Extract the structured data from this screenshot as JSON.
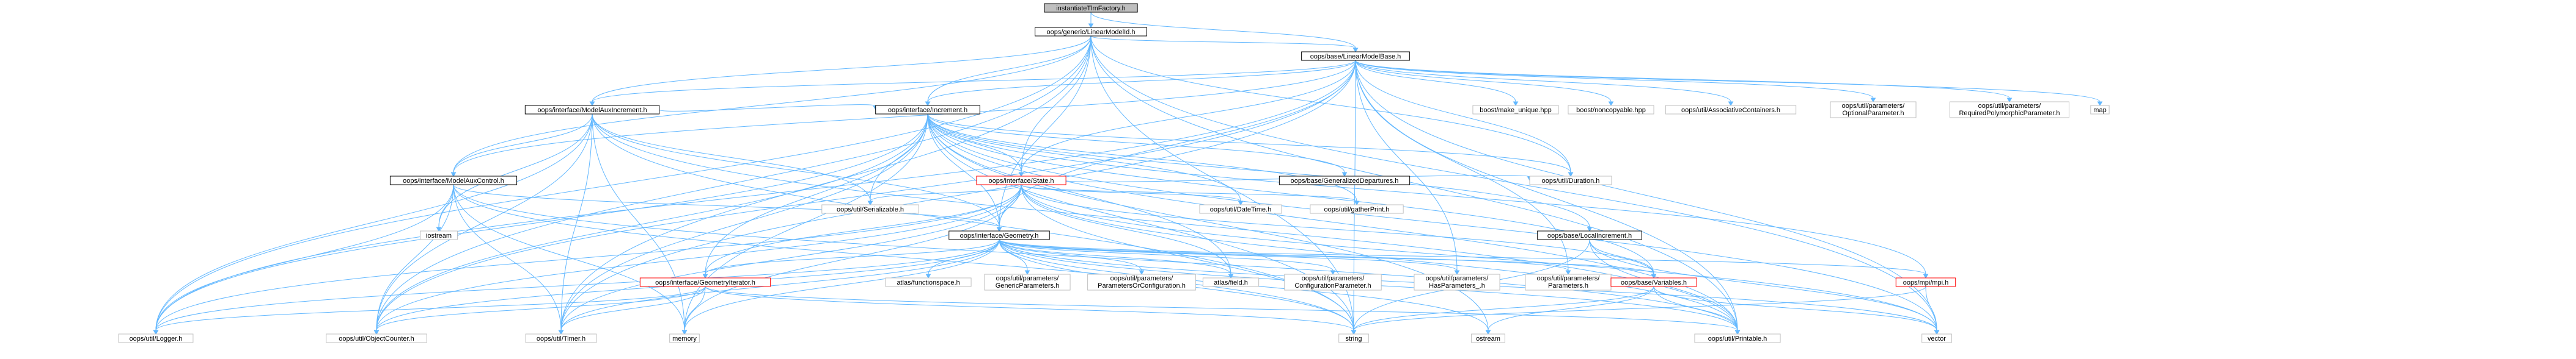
{
  "diagram": {
    "nodes": [
      {
        "id": "root",
        "label": "instantiateTlmFactory.h",
        "style": "root"
      },
      {
        "id": "linearModelId",
        "label": "oops/generic/LinearModelId.h",
        "style": "hub"
      },
      {
        "id": "linearModelBase",
        "label": "oops/base/LinearModelBase.h",
        "style": "hub"
      },
      {
        "id": "modelAuxIncrement",
        "label": "oops/interface/ModelAuxIncrement.h",
        "style": "hub"
      },
      {
        "id": "increment",
        "label": "oops/interface/Increment.h",
        "style": "hub"
      },
      {
        "id": "makeUnique",
        "label": "boost/make_unique.hpp",
        "style": "plain"
      },
      {
        "id": "noncopyable",
        "label": "boost/noncopyable.hpp",
        "style": "plain"
      },
      {
        "id": "assocContainers",
        "label": "oops/util/AssociativeContainers.h",
        "style": "plain"
      },
      {
        "id": "optionalParam",
        "label": "oops/util/parameters/OptionalParameter.h",
        "style": "plain"
      },
      {
        "id": "requiredPolyParam",
        "label": "oops/util/parameters/RequiredPolymorphicParameter.h",
        "style": "plain"
      },
      {
        "id": "map",
        "label": "map",
        "style": "plain"
      },
      {
        "id": "modelAuxControl",
        "label": "oops/interface/ModelAuxControl.h",
        "style": "hub"
      },
      {
        "id": "state",
        "label": "oops/interface/State.h",
        "style": "red"
      },
      {
        "id": "generalizedDepartures",
        "label": "oops/base/GeneralizedDepartures.h",
        "style": "hub"
      },
      {
        "id": "duration",
        "label": "oops/util/Duration.h",
        "style": "plain"
      },
      {
        "id": "serializable",
        "label": "oops/util/Serializable.h",
        "style": "plain"
      },
      {
        "id": "dateTime",
        "label": "oops/util/DateTime.h",
        "style": "plain"
      },
      {
        "id": "gatherPrint",
        "label": "oops/util/gatherPrint.h",
        "style": "plain"
      },
      {
        "id": "iostream",
        "label": "iostream",
        "style": "plain"
      },
      {
        "id": "geometry",
        "label": "oops/interface/Geometry.h",
        "style": "hub"
      },
      {
        "id": "localIncrement",
        "label": "oops/base/LocalIncrement.h",
        "style": "hub"
      },
      {
        "id": "geometryIterator",
        "label": "oops/interface/GeometryIterator.h",
        "style": "red"
      },
      {
        "id": "functionspace",
        "label": "atlas/functionspace.h",
        "style": "plain"
      },
      {
        "id": "genericParams",
        "label": "oops/util/parameters/GenericParameters.h",
        "style": "plain"
      },
      {
        "id": "paramsOrConfig",
        "label": "oops/util/parameters/ParametersOrConfiguration.h",
        "style": "plain"
      },
      {
        "id": "atlasField",
        "label": "atlas/field.h",
        "style": "plain"
      },
      {
        "id": "configParam",
        "label": "oops/util/parameters/ConfigurationParameter.h",
        "style": "plain"
      },
      {
        "id": "hasParameters",
        "label": "oops/util/parameters/HasParameters_.h",
        "style": "plain"
      },
      {
        "id": "parameters",
        "label": "oops/util/parameters/Parameters.h",
        "style": "plain"
      },
      {
        "id": "variables",
        "label": "oops/base/Variables.h",
        "style": "red"
      },
      {
        "id": "mpi",
        "label": "oops/mpi/mpi.h",
        "style": "red"
      },
      {
        "id": "logger",
        "label": "oops/util/Logger.h",
        "style": "plain"
      },
      {
        "id": "objectCounter",
        "label": "oops/util/ObjectCounter.h",
        "style": "plain"
      },
      {
        "id": "timer",
        "label": "oops/util/Timer.h",
        "style": "plain"
      },
      {
        "id": "memory",
        "label": "memory",
        "style": "plain"
      },
      {
        "id": "string",
        "label": "string",
        "style": "plain"
      },
      {
        "id": "ostream",
        "label": "ostream",
        "style": "plain"
      },
      {
        "id": "printable",
        "label": "oops/util/Printable.h",
        "style": "plain"
      },
      {
        "id": "vector",
        "label": "vector",
        "style": "plain"
      }
    ],
    "edges": [
      [
        "root",
        "linearModelId"
      ],
      [
        "root",
        "linearModelBase"
      ],
      [
        "linearModelId",
        "linearModelBase"
      ],
      [
        "linearModelId",
        "modelAuxIncrement"
      ],
      [
        "linearModelId",
        "increment"
      ],
      [
        "linearModelId",
        "modelAuxControl"
      ],
      [
        "linearModelId",
        "state"
      ],
      [
        "linearModelId",
        "geometry"
      ],
      [
        "linearModelId",
        "duration"
      ],
      [
        "linearModelId",
        "logger"
      ],
      [
        "linearModelId",
        "objectCounter"
      ],
      [
        "linearModelId",
        "timer"
      ],
      [
        "linearModelId",
        "string"
      ],
      [
        "linearModelId",
        "printable"
      ],
      [
        "linearModelId",
        "vector"
      ],
      [
        "linearModelBase",
        "makeUnique"
      ],
      [
        "linearModelBase",
        "noncopyable"
      ],
      [
        "linearModelBase",
        "assocContainers"
      ],
      [
        "linearModelBase",
        "optionalParam"
      ],
      [
        "linearModelBase",
        "requiredPolyParam"
      ],
      [
        "linearModelBase",
        "map"
      ],
      [
        "linearModelBase",
        "modelAuxIncrement"
      ],
      [
        "linearModelBase",
        "increment"
      ],
      [
        "linearModelBase",
        "modelAuxControl"
      ],
      [
        "linearModelBase",
        "state"
      ],
      [
        "linearModelBase",
        "geometry"
      ],
      [
        "linearModelBase",
        "duration"
      ],
      [
        "linearModelBase",
        "logger"
      ],
      [
        "linearModelBase",
        "objectCounter"
      ],
      [
        "linearModelBase",
        "timer"
      ],
      [
        "linearModelBase",
        "printable"
      ],
      [
        "linearModelBase",
        "vector"
      ],
      [
        "linearModelBase",
        "parameters"
      ],
      [
        "linearModelBase",
        "hasParameters"
      ],
      [
        "linearModelBase",
        "string"
      ],
      [
        "modelAuxIncrement",
        "modelAuxControl"
      ],
      [
        "modelAuxIncrement",
        "geometry"
      ],
      [
        "modelAuxIncrement",
        "increment"
      ],
      [
        "modelAuxIncrement",
        "iostream"
      ],
      [
        "modelAuxIncrement",
        "serializable"
      ],
      [
        "modelAuxIncrement",
        "logger"
      ],
      [
        "modelAuxIncrement",
        "objectCounter"
      ],
      [
        "modelAuxIncrement",
        "timer"
      ],
      [
        "modelAuxIncrement",
        "memory"
      ],
      [
        "modelAuxIncrement",
        "string"
      ],
      [
        "modelAuxIncrement",
        "printable"
      ],
      [
        "increment",
        "state"
      ],
      [
        "increment",
        "generalizedDepartures"
      ],
      [
        "increment",
        "duration"
      ],
      [
        "increment",
        "serializable"
      ],
      [
        "increment",
        "dateTime"
      ],
      [
        "increment",
        "gatherPrint"
      ],
      [
        "increment",
        "geometry"
      ],
      [
        "increment",
        "localIncrement"
      ],
      [
        "increment",
        "geometryIterator"
      ],
      [
        "increment",
        "variables"
      ],
      [
        "increment",
        "atlasField"
      ],
      [
        "increment",
        "mpi"
      ],
      [
        "increment",
        "logger"
      ],
      [
        "increment",
        "objectCounter"
      ],
      [
        "increment",
        "timer"
      ],
      [
        "increment",
        "memory"
      ],
      [
        "increment",
        "string"
      ],
      [
        "increment",
        "ostream"
      ],
      [
        "increment",
        "printable"
      ],
      [
        "increment",
        "vector"
      ],
      [
        "modelAuxControl",
        "geometry"
      ],
      [
        "modelAuxControl",
        "iostream"
      ],
      [
        "modelAuxControl",
        "logger"
      ],
      [
        "modelAuxControl",
        "objectCounter"
      ],
      [
        "modelAuxControl",
        "timer"
      ],
      [
        "modelAuxControl",
        "memory"
      ],
      [
        "modelAuxControl",
        "string"
      ],
      [
        "modelAuxControl",
        "printable"
      ],
      [
        "state",
        "geometry"
      ],
      [
        "state",
        "serializable"
      ],
      [
        "state",
        "dateTime"
      ],
      [
        "state",
        "gatherPrint"
      ],
      [
        "state",
        "duration"
      ],
      [
        "state",
        "variables"
      ],
      [
        "state",
        "geometryIterator"
      ],
      [
        "state",
        "atlasField"
      ],
      [
        "state",
        "logger"
      ],
      [
        "state",
        "objectCounter"
      ],
      [
        "state",
        "timer"
      ],
      [
        "state",
        "string"
      ],
      [
        "state",
        "memory"
      ],
      [
        "state",
        "printable"
      ],
      [
        "state",
        "vector"
      ],
      [
        "geometry",
        "geometryIterator"
      ],
      [
        "geometry",
        "functionspace"
      ],
      [
        "geometry",
        "genericParams"
      ],
      [
        "geometry",
        "paramsOrConfig"
      ],
      [
        "geometry",
        "atlasField"
      ],
      [
        "geometry",
        "configParam"
      ],
      [
        "geometry",
        "hasParameters"
      ],
      [
        "geometry",
        "parameters"
      ],
      [
        "geometry",
        "variables"
      ],
      [
        "geometry",
        "mpi"
      ],
      [
        "geometry",
        "logger"
      ],
      [
        "geometry",
        "objectCounter"
      ],
      [
        "geometry",
        "timer"
      ],
      [
        "geometry",
        "memory"
      ],
      [
        "geometry",
        "string"
      ],
      [
        "geometry",
        "ostream"
      ],
      [
        "geometry",
        "printable"
      ],
      [
        "geometry",
        "vector"
      ],
      [
        "localIncrement",
        "variables"
      ],
      [
        "localIncrement",
        "string"
      ],
      [
        "localIncrement",
        "printable"
      ],
      [
        "localIncrement",
        "vector"
      ],
      [
        "geometryIterator",
        "objectCounter"
      ],
      [
        "geometryIterator",
        "timer"
      ],
      [
        "geometryIterator",
        "memory"
      ],
      [
        "geometryIterator",
        "string"
      ],
      [
        "geometryIterator",
        "printable"
      ],
      [
        "geometryIterator",
        "logger"
      ],
      [
        "variables",
        "string"
      ],
      [
        "variables",
        "ostream"
      ],
      [
        "variables",
        "printable"
      ],
      [
        "variables",
        "vector"
      ],
      [
        "mpi",
        "vector"
      ],
      [
        "mpi",
        "string"
      ]
    ]
  }
}
